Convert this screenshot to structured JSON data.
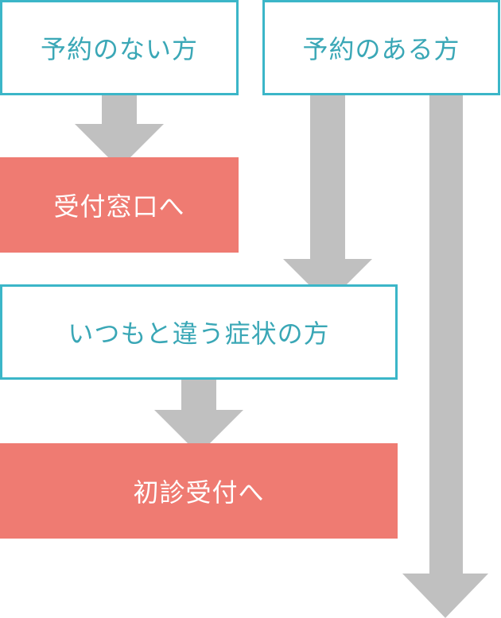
{
  "colors": {
    "outline_border": "#3bb6c8",
    "outline_text": "#3aa7b6",
    "filled_background": "#ef7b72",
    "filled_text": "#ffffff",
    "arrow": "#c0c0c0"
  },
  "boxes": {
    "no_reservation": "予約のない方",
    "reservation": "予約のある方",
    "reception": "受付窓口へ",
    "unusual_symptoms": "いつもと違う症状の方",
    "first_visit": "初診受付へ"
  }
}
